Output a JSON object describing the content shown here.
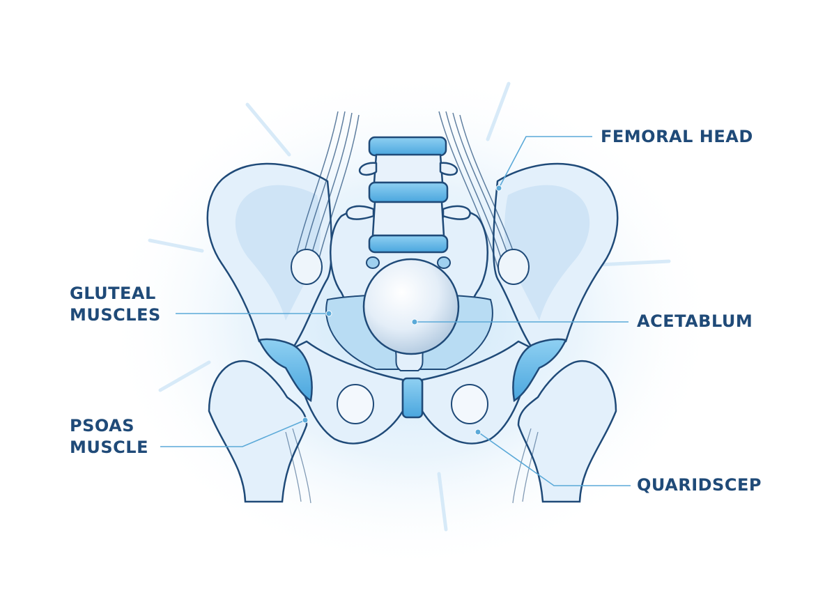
{
  "labels": {
    "femoral_head": "FEMORAL HEAD",
    "gluteal_line1": "GLUTEAL",
    "gluteal_line2": "MUSCLES",
    "acetablum": "ACETABLUM",
    "psoas_line1": "PSOAS",
    "psoas_line2": "MUSCLE",
    "quaridscep": "QUARIDSCEP"
  },
  "colors": {
    "outline": "#1f4a78",
    "bone_fill": "#e3f0fb",
    "accent_blue": "#5fb3e8",
    "leader_line": "#5aa9d8",
    "label_text": "#1f4a78"
  }
}
